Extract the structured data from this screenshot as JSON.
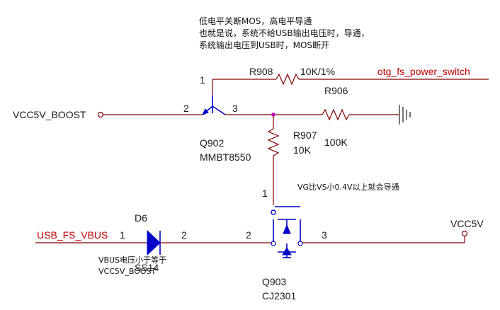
{
  "notes": {
    "line1": "低电平关断MOS，高电平导通",
    "line2": "也就是说，系统不给USB输出电压时，导通，",
    "line3": "系统输出电压到USB时，MOS断开",
    "vg_note": "VG比VS小0.4V以上就会导通",
    "vbus_note_1": "VBUS电压小于等于",
    "vbus_note_2": "VCC5V_BOOST"
  },
  "nets": {
    "otg": "otg_fs_power_switch",
    "vcc5v_boost": "VCC5V_BOOST",
    "usb_vbus": "USB_FS_VBUS",
    "vcc5v": "VCC5V"
  },
  "components": {
    "r908": {
      "ref": "R908",
      "value": "10K/1%"
    },
    "r906": {
      "ref": "R906",
      "value": "100K"
    },
    "r907": {
      "ref": "R907",
      "value": "10K"
    },
    "q902": {
      "ref": "Q902",
      "part": "MMBT8550"
    },
    "d6": {
      "ref": "D6",
      "part": "SS14"
    },
    "q903": {
      "ref": "Q903",
      "part": "CJ2301"
    }
  },
  "pins": {
    "q902_base": "1",
    "q902_emitter": "2",
    "q902_collector": "3",
    "r907_bottom": "1",
    "d6_anode": "1",
    "d6_cathode": "2",
    "q903_source": "2",
    "q903_drain": "3"
  }
}
